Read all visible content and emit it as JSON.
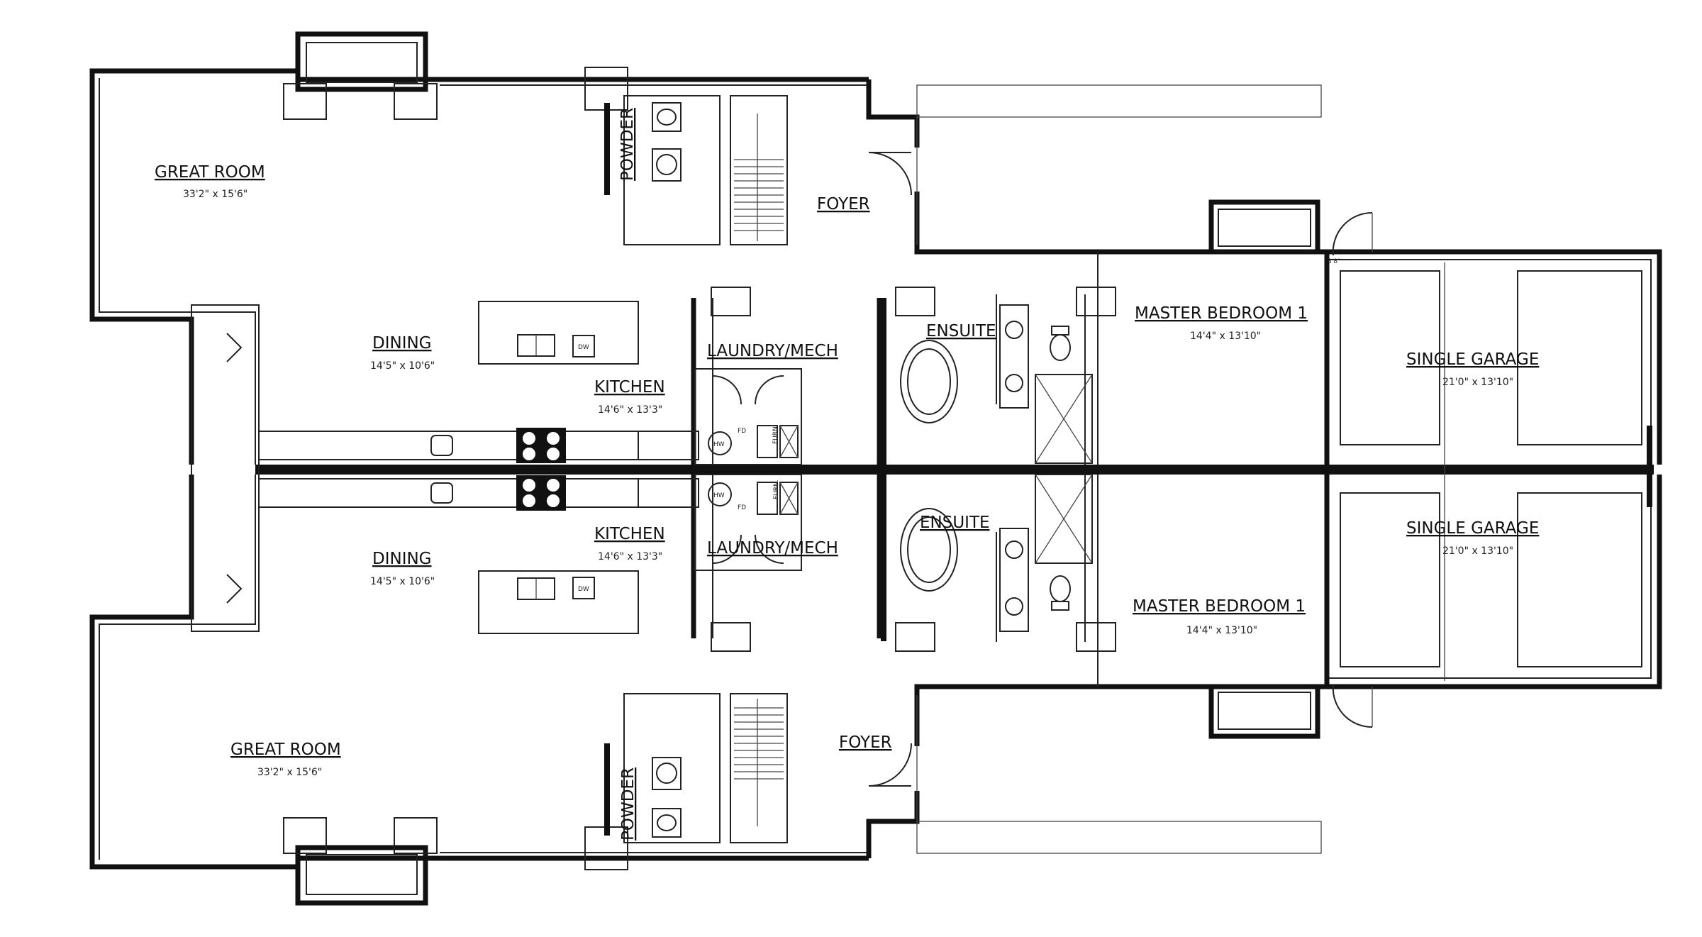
{
  "rooms": {
    "great_room_top": {
      "name": "GREAT ROOM",
      "dim": "33'2\" x 15'6\""
    },
    "great_room_bottom": {
      "name": "GREAT ROOM",
      "dim": "33'2\" x 15'6\""
    },
    "dining_top": {
      "name": "DINING",
      "dim": "14'5\" x 10'6\""
    },
    "dining_bottom": {
      "name": "DINING",
      "dim": "14'5\" x 10'6\""
    },
    "kitchen_top": {
      "name": "KITCHEN",
      "dim": "14'6\" x 13'3\""
    },
    "kitchen_bottom": {
      "name": "KITCHEN",
      "dim": "14'6\" x 13'3\""
    },
    "laundry_top": {
      "name": "LAUNDRY/MECH"
    },
    "laundry_bottom": {
      "name": "LAUNDRY/MECH"
    },
    "ensuite_top": {
      "name": "ENSUITE"
    },
    "ensuite_bottom": {
      "name": "ENSUITE"
    },
    "master_top": {
      "name": "MASTER BEDROOM 1",
      "dim": "14'4\" x 13'10\""
    },
    "master_bottom": {
      "name": "MASTER BEDROOM 1",
      "dim": "14'4\" x 13'10\""
    },
    "garage_top": {
      "name": "SINGLE GARAGE",
      "dim": "21'0\" x 13'10\""
    },
    "garage_bottom": {
      "name": "SINGLE GARAGE",
      "dim": "21'0\" x 13'10\""
    },
    "foyer_top": {
      "name": "FOYER"
    },
    "foyer_bottom": {
      "name": "FOYER"
    },
    "powder_top": {
      "name": "POWDER"
    },
    "powder_bottom": {
      "name": "POWDER"
    }
  },
  "fixtures": {
    "hw": "HW",
    "fd": "FD",
    "furn": "FURN.",
    "dw": "DW"
  },
  "annotation": "3'8\""
}
